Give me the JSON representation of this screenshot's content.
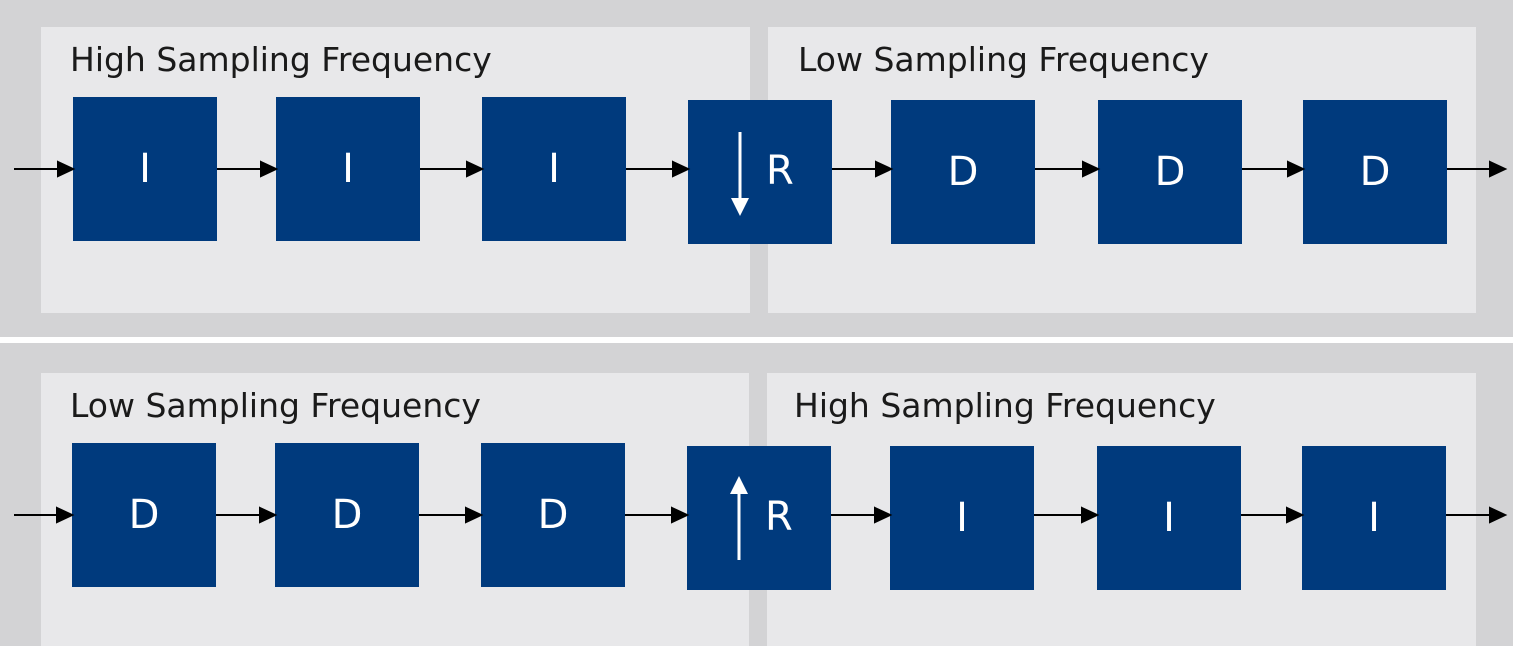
{
  "top_row": {
    "left_region_label": "High Sampling Frequency",
    "right_region_label": "Low Sampling Frequency",
    "blocks": [
      "I",
      "I",
      "I",
      "R",
      "D",
      "D",
      "D"
    ],
    "resampler_direction": "down"
  },
  "bottom_row": {
    "left_region_label": "Low Sampling Frequency",
    "right_region_label": "High Sampling Frequency",
    "blocks": [
      "D",
      "D",
      "D",
      "R",
      "I",
      "I",
      "I"
    ],
    "resampler_direction": "up"
  },
  "colors": {
    "band": "#d3d3d5",
    "region": "#e8e8ea",
    "block": "#003a7d",
    "block_text": "#ffffff",
    "arrow": "#000000"
  }
}
